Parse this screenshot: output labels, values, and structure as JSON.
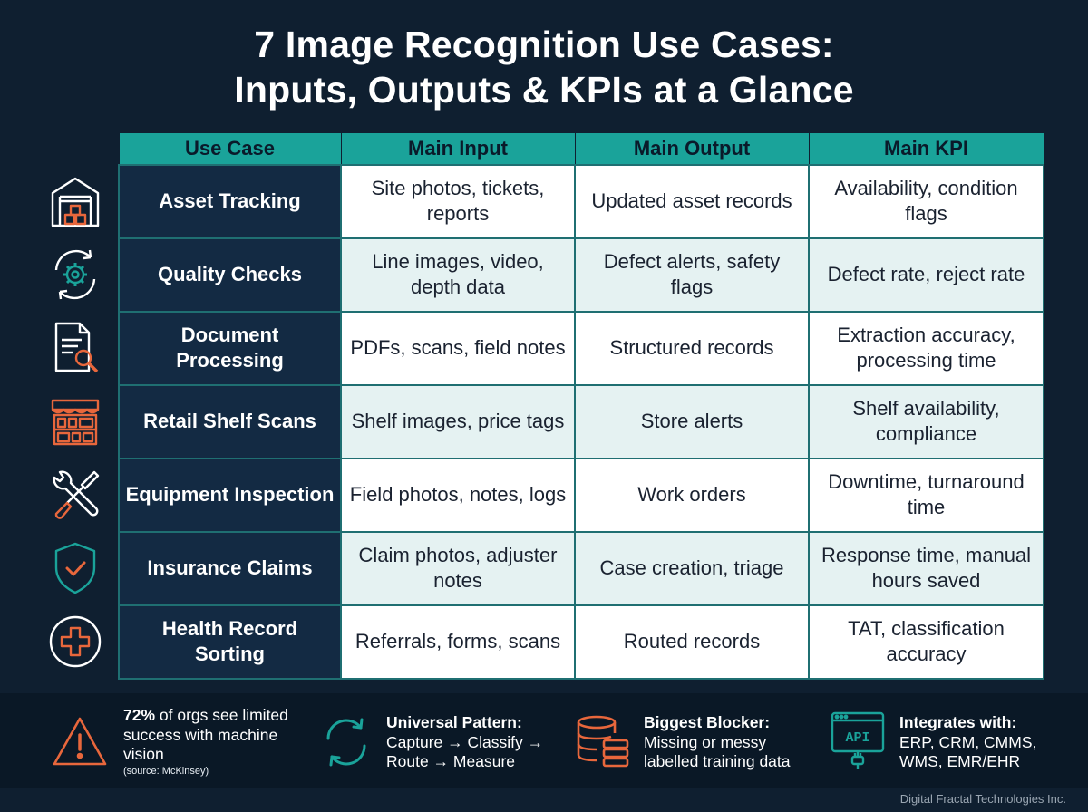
{
  "title_line1": "7 Image Recognition Use Cases:",
  "title_line2": "Inputs, Outputs & KPIs at a Glance",
  "colors": {
    "teal": "#1aa39a",
    "orange": "#e8673c",
    "navy": "#132a43"
  },
  "headers": [
    "Use Case",
    "Main Input",
    "Main Output",
    "Main KPI"
  ],
  "rows": [
    {
      "icon": "warehouse-icon",
      "use_case": "Asset Tracking",
      "input": "Site photos, tickets, reports",
      "output": "Updated asset records",
      "kpi": "Availability, condition flags"
    },
    {
      "icon": "gear-cycle-icon",
      "use_case": "Quality Checks",
      "input": "Line images, video, depth data",
      "output": "Defect alerts, safety flags",
      "kpi": "Defect rate, reject rate"
    },
    {
      "icon": "document-search-icon",
      "use_case": "Document Processing",
      "input": "PDFs, scans, field notes",
      "output": "Structured records",
      "kpi": "Extraction accuracy, processing time"
    },
    {
      "icon": "storefront-shelf-icon",
      "use_case": "Retail Shelf Scans",
      "input": "Shelf images, price tags",
      "output": "Store alerts",
      "kpi": "Shelf availability, compliance"
    },
    {
      "icon": "wrench-screwdriver-icon",
      "use_case": "Equipment Inspection",
      "input": "Field photos, notes, logs",
      "output": "Work orders",
      "kpi": "Downtime, turnaround time"
    },
    {
      "icon": "shield-check-icon",
      "use_case": "Insurance Claims",
      "input": "Claim photos, adjuster notes",
      "output": "Case creation, triage",
      "kpi": "Response time, manual hours saved"
    },
    {
      "icon": "medical-cross-icon",
      "use_case": "Health Record Sorting",
      "input": "Referrals, forms, scans",
      "output": "Routed records",
      "kpi": "TAT, classification accuracy"
    }
  ],
  "footer": {
    "stat": {
      "icon": "warning-icon",
      "bold": "72%",
      "text": " of orgs see limited success with machine vision",
      "source": "(source: McKinsey)"
    },
    "pattern": {
      "icon": "cycle-arrows-icon",
      "heading": "Universal Pattern:",
      "text": "Capture → Classify → Route → Measure"
    },
    "blocker": {
      "icon": "database-icon",
      "heading": "Biggest Blocker:",
      "text": "Missing or messy labelled training data"
    },
    "integrates": {
      "icon": "api-icon",
      "icon_label": "API",
      "heading": "Integrates with:",
      "text": "ERP, CRM, CMMS, WMS, EMR/EHR"
    }
  },
  "credit": "Digital Fractal Technologies Inc."
}
